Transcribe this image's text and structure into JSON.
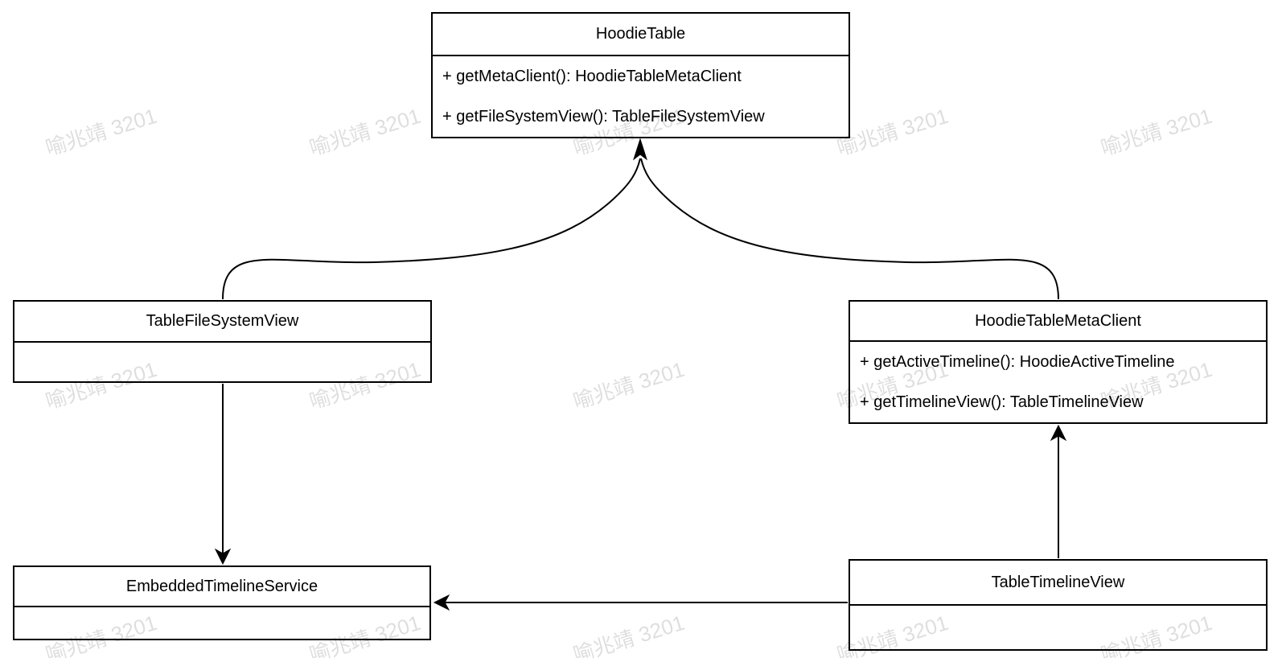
{
  "watermark": {
    "text": "喻兆靖 3201"
  },
  "diagram": {
    "type": "uml-class-diagram",
    "colors": {
      "stroke": "#000000",
      "background": "#ffffff",
      "watermark_text": "#d5d5d5"
    },
    "classes": [
      {
        "title": "HoodieTable",
        "methods": [
          "+ getMetaClient(): HoodieTableMetaClient",
          "+ getFileSystemView(): TableFileSystemView"
        ]
      },
      {
        "title": "TableFileSystemView",
        "methods": []
      },
      {
        "title": "HoodieTableMetaClient",
        "methods": [
          "+ getActiveTimeline(): HoodieActiveTimeline",
          "+ getTimelineView(): TableTimelineView"
        ]
      },
      {
        "title": "EmbeddedTimelineService",
        "methods": []
      },
      {
        "title": "TableTimelineView",
        "methods": []
      }
    ],
    "relations": [
      {
        "from": "TableFileSystemView",
        "to": "HoodieTable",
        "style": "curved-arrow"
      },
      {
        "from": "HoodieTableMetaClient",
        "to": "HoodieTable",
        "style": "curved-arrow"
      },
      {
        "from": "TableFileSystemView",
        "to": "EmbeddedTimelineService",
        "style": "straight-arrow"
      },
      {
        "from": "TableTimelineView",
        "to": "HoodieTableMetaClient",
        "style": "straight-arrow"
      },
      {
        "from": "TableTimelineView",
        "to": "EmbeddedTimelineService",
        "style": "straight-arrow"
      }
    ]
  }
}
